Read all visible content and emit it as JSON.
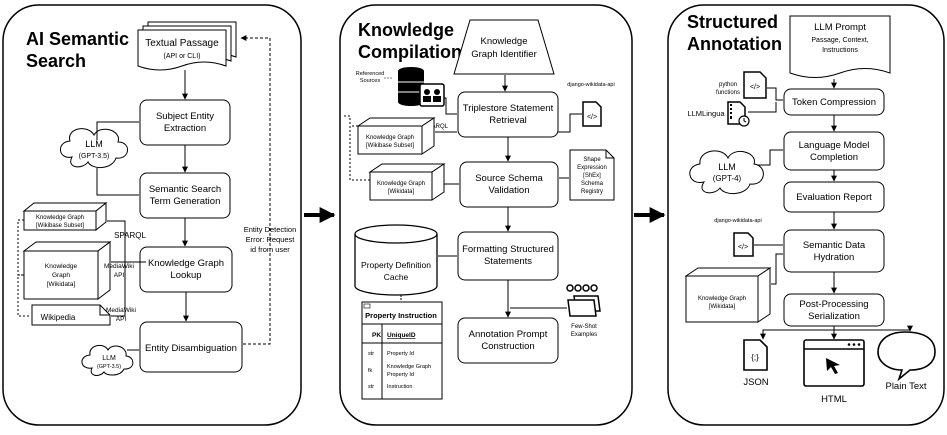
{
  "panels": {
    "search": {
      "title": [
        "AI Semantic",
        "Search"
      ],
      "textual_passage": [
        "Textual Passage",
        "(API or CLI)"
      ],
      "subject_extraction": [
        "Subject Entity",
        "Extraction"
      ],
      "llm_cloud": [
        "LLM",
        "(GPT-3.5)"
      ],
      "term_generation": [
        "Semantic Search",
        "Term Generation"
      ],
      "kg_wikibase": [
        "Knowledge Graph",
        "[Wikibase Subset]"
      ],
      "sparql_label": "SPARQL",
      "kg_wikidata": [
        "Knowledge",
        "Graph",
        "[Wikidata]"
      ],
      "mediawiki_api_1": [
        "MediaWiki",
        "API"
      ],
      "kg_lookup": [
        "Knowledge Graph",
        "Lookup"
      ],
      "wikipedia": "Wikipedia",
      "mediawiki_api_2": [
        "MediaWiki",
        "API"
      ],
      "llm_cloud_2": [
        "LLM",
        "(GPT-3.5)"
      ],
      "disambiguation": "Entity Disambiguation",
      "error_note": [
        "Entity Detection",
        "Error: Request",
        "id from user"
      ]
    },
    "compilation": {
      "title": [
        "Knowledge",
        "Compilation"
      ],
      "kg_identifier": [
        "Knowledge",
        "Graph Identifier"
      ],
      "referenced_sources": [
        "Referenced",
        "Sources"
      ],
      "triplestore": [
        "Triplestore Statement",
        "Retrieval"
      ],
      "django_api": "django-wikidata-api",
      "sparql_label": "SPARQL",
      "kg_wikibase": [
        "Knowledge Graph",
        "[Wikibase Subset]"
      ],
      "kg_wikidata": [
        "Knowledge Graph",
        "[Wikidata]"
      ],
      "schema_validation": [
        "Source Schema",
        "Validation"
      ],
      "shex_registry": [
        "Shape",
        "Expression",
        "[ShEx]",
        "Schema",
        "Registry"
      ],
      "formatting": [
        "Formatting Structured",
        "Statements"
      ],
      "property_cache": [
        "Property Definition",
        "Cache"
      ],
      "few_shot": [
        "Few-Shot",
        "Examples"
      ],
      "table": {
        "title": "Property Instruction",
        "pk": "PK",
        "uid": "UniqueID",
        "rows": [
          {
            "type": "str",
            "field": [
              "Property Id"
            ]
          },
          {
            "type": "fk",
            "field": [
              "Knowledge Graph",
              "Property Id"
            ]
          },
          {
            "type": "str",
            "field": [
              "Instruction"
            ]
          }
        ]
      },
      "annotation_prompt": [
        "Annotation Prompt",
        "Construction"
      ]
    },
    "annotation": {
      "title": [
        "Structured",
        "Annotation"
      ],
      "llm_prompt": [
        "LLM Prompt",
        "Passage, Context,",
        "Instructions"
      ],
      "python_functions": [
        "python",
        "functions"
      ],
      "llmlingua": "LLMLingua",
      "token_compression": "Token Compression",
      "llm_cloud": [
        "LLM",
        "(GPT-4)"
      ],
      "lm_completion": [
        "Language Model",
        "Completion"
      ],
      "eval_report": "Evaluation Report",
      "django_api": "django-wikidata-api",
      "hydration": [
        "Semantic Data",
        "Hydration"
      ],
      "kg_wikidata": [
        "Knowledge Graph",
        "[Wikidata]"
      ],
      "serialization": [
        "Post-Processing",
        "Serialization"
      ],
      "json_label": "JSON",
      "json_glyph": "{;}",
      "html_label": "HTML",
      "plain_text": "Plain Text"
    }
  }
}
